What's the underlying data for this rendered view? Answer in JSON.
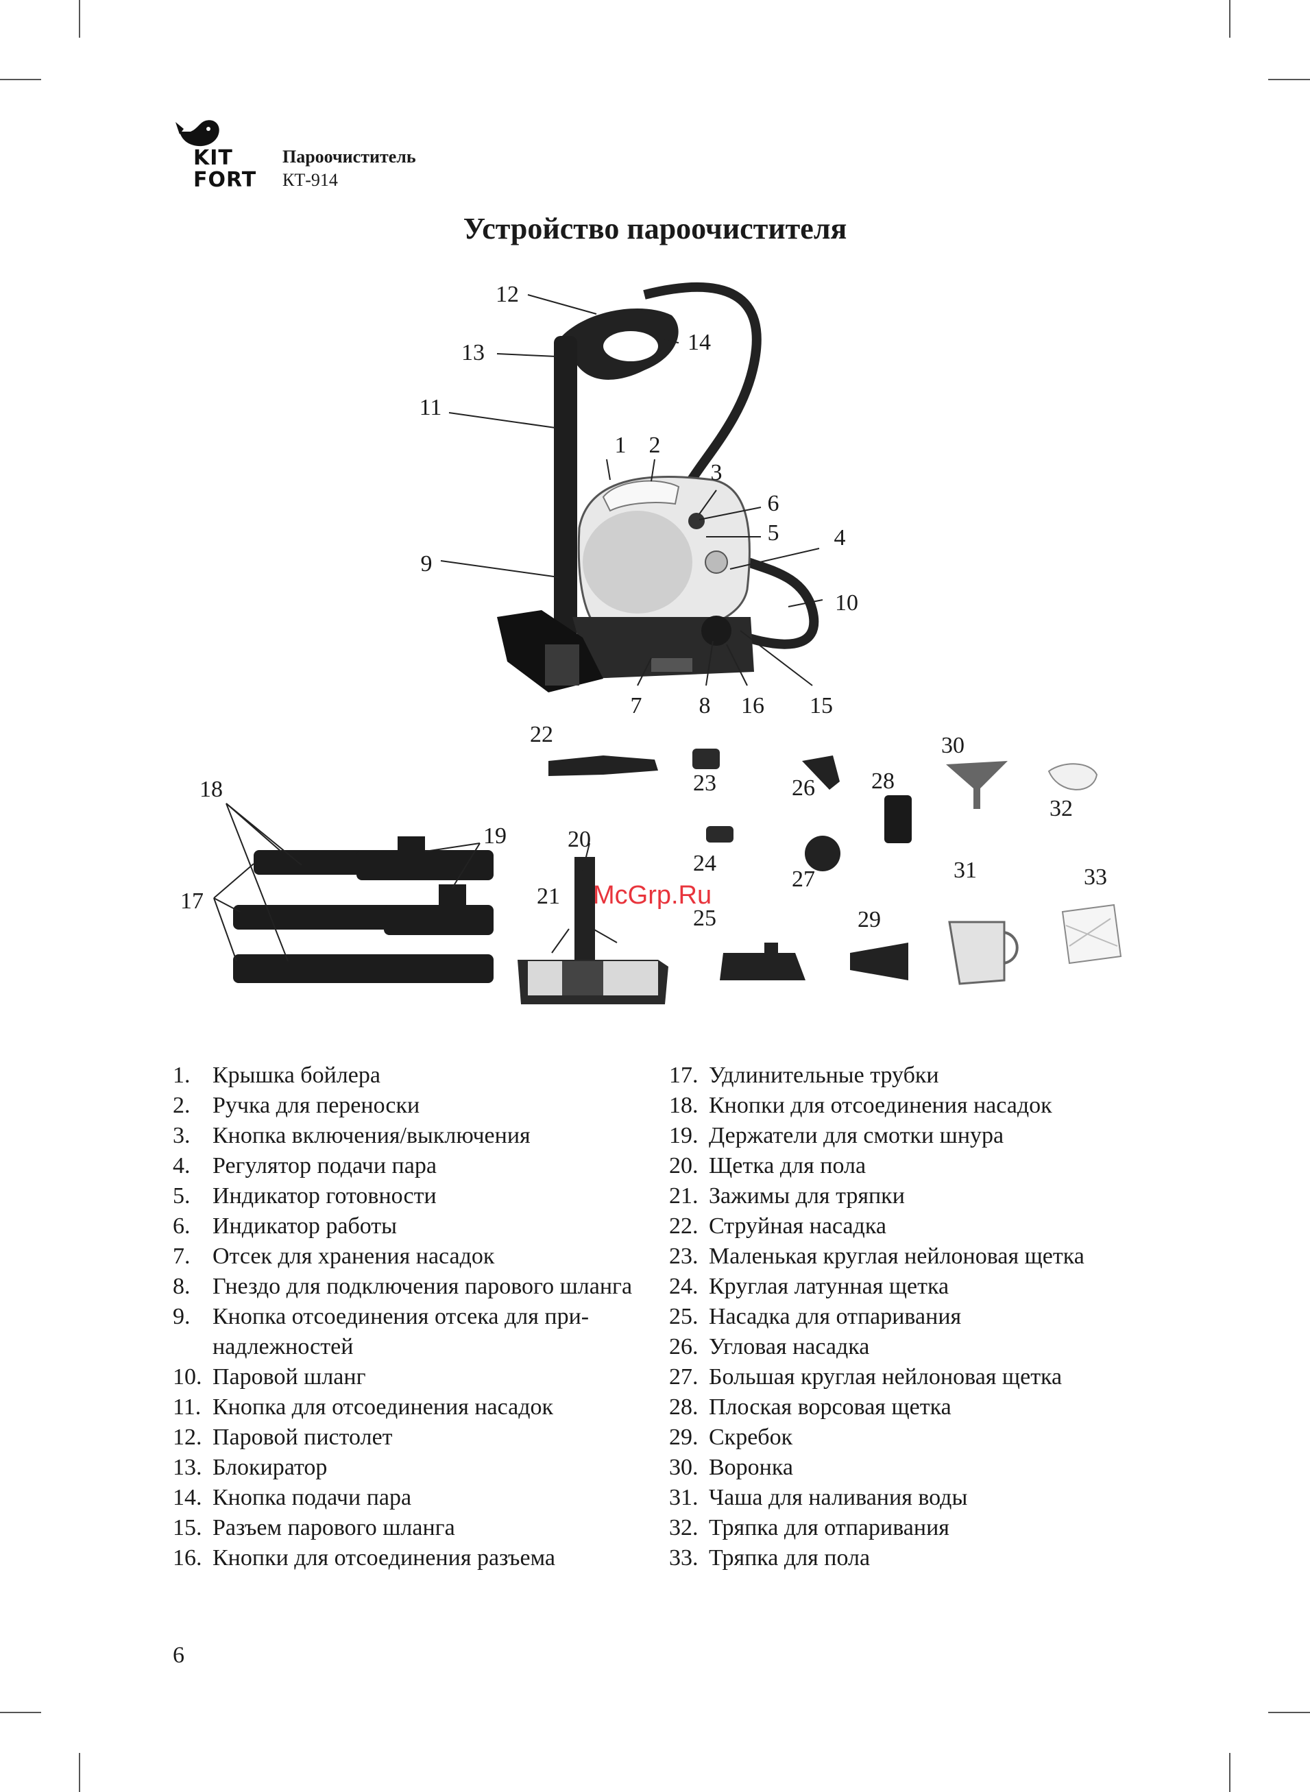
{
  "header": {
    "brand_lines": [
      "KIT",
      "FORT"
    ],
    "product": "Пароочиститель",
    "model": "КТ-914"
  },
  "title": "Устройство пароочистителя",
  "figure": {
    "callouts": [
      "1",
      "2",
      "3",
      "4",
      "5",
      "6",
      "7",
      "8",
      "9",
      "10",
      "11",
      "12",
      "13",
      "14",
      "15",
      "16",
      "17",
      "18",
      "19",
      "20",
      "21",
      "22",
      "23",
      "24",
      "25",
      "26",
      "27",
      "28",
      "29",
      "30",
      "31",
      "32",
      "33"
    ],
    "watermark": "McGrp.Ru"
  },
  "parts_left": [
    {
      "num": "1.",
      "text": "Крышка бойлера"
    },
    {
      "num": "2.",
      "text": "Ручка для переноски"
    },
    {
      "num": "3.",
      "text": "Кнопка включения/выключения"
    },
    {
      "num": "4.",
      "text": "Регулятор подачи пара"
    },
    {
      "num": "5.",
      "text": "Индикатор готовности"
    },
    {
      "num": "6.",
      "text": "Индикатор работы"
    },
    {
      "num": "7.",
      "text": "Отсек для хранения насадок"
    },
    {
      "num": "8.",
      "text": "Гнездо для подключения парового шланга"
    },
    {
      "num": "9.",
      "text": "Кнопка отсоединения отсека для при-надлежностей"
    },
    {
      "num": "10.",
      "text": "Паровой шланг"
    },
    {
      "num": "11.",
      "text": "Кнопка для отсоединения насадок"
    },
    {
      "num": "12.",
      "text": "Паровой пистолет"
    },
    {
      "num": "13.",
      "text": "Блокиратор"
    },
    {
      "num": "14.",
      "text": "Кнопка подачи пара"
    },
    {
      "num": "15.",
      "text": "Разъем парового шланга"
    },
    {
      "num": "16.",
      "text": "Кнопки для отсоединения разъема"
    }
  ],
  "parts_right": [
    {
      "num": "17.",
      "text": "Удлинительные трубки"
    },
    {
      "num": "18.",
      "text": "Кнопки для отсоединения насадок"
    },
    {
      "num": "19.",
      "text": "Держатели для смотки шнура"
    },
    {
      "num": "20.",
      "text": "Щетка для пола"
    },
    {
      "num": "21.",
      "text": "Зажимы для тряпки"
    },
    {
      "num": "22.",
      "text": "Струйная насадка"
    },
    {
      "num": "23.",
      "text": "Маленькая круглая нейлоновая щетка"
    },
    {
      "num": "24.",
      "text": "Круглая латунная щетка"
    },
    {
      "num": "25.",
      "text": "Насадка для отпаривания"
    },
    {
      "num": "26.",
      "text": "Угловая насадка"
    },
    {
      "num": "27.",
      "text": "Большая круглая нейлоновая щетка"
    },
    {
      "num": "28.",
      "text": "Плоская ворсовая щетка"
    },
    {
      "num": "29.",
      "text": "Скребок"
    },
    {
      "num": "30.",
      "text": "Воронка"
    },
    {
      "num": "31.",
      "text": "Чаша для наливания воды"
    },
    {
      "num": "32.",
      "text": "Тряпка для отпаривания"
    },
    {
      "num": "33.",
      "text": "Тряпка для пола"
    }
  ],
  "page_number": "6"
}
